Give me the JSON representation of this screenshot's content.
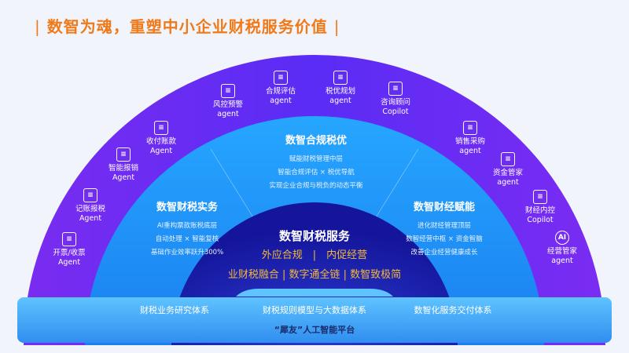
{
  "title": "数智为魂，重塑中小企业财税服务价值",
  "agents": [
    {
      "name": "开票/收票",
      "sub": "Agent",
      "icon": "invoice-edit-icon"
    },
    {
      "name": "记账报税",
      "sub": "Agent",
      "icon": "ledger-edit-icon"
    },
    {
      "name": "智能报销",
      "sub": "Agent",
      "icon": "tax-receipt-icon"
    },
    {
      "name": "收付账款",
      "sub": "Agent",
      "icon": "document-icon"
    },
    {
      "name": "风控预警",
      "sub": "agent",
      "icon": "shield-search-icon"
    },
    {
      "name": "合规评估",
      "sub": "agent",
      "icon": "checklist-icon"
    },
    {
      "name": "税优规划",
      "sub": "agent",
      "icon": "edit-icon"
    },
    {
      "name": "咨询顾问",
      "sub": "Copilot",
      "icon": "news-icon"
    },
    {
      "name": "销售采购",
      "sub": "agent",
      "icon": "chart-edit-icon"
    },
    {
      "name": "资金管家",
      "sub": "agent",
      "icon": "notes-edit-icon"
    },
    {
      "name": "财经内控",
      "sub": "Copilot",
      "icon": "monitor-chart-icon"
    },
    {
      "name": "经营管家",
      "sub": "agent",
      "icon": "ai-gear-icon",
      "glyph": "AI"
    }
  ],
  "sections": {
    "left": {
      "title": "数智财税实务",
      "lines": [
        "AI重构票款账税底层",
        "自动处理 × 智能复核",
        "基础作业效率跃升300%"
      ]
    },
    "top": {
      "title": "数智合规税优",
      "lines": [
        "赋能财税管理中层",
        "智能合规评估 × 税优导航",
        "实现企业合规与税负的动态平衡"
      ]
    },
    "right": {
      "title": "数智财经赋能",
      "lines": [
        "进化财经管理顶层",
        "数智经营中枢 × 资金智脑",
        "改善企业经营健康成长"
      ]
    }
  },
  "core": {
    "title": "数智财税服务",
    "line1": "外应合规　|　内促经营",
    "line2": "业财税融合 | 数字通全链 | 数智致极简"
  },
  "bottom": {
    "items": [
      "财税业务研究体系",
      "财税规则模型与大数据体系",
      "数智化服务交付体系"
    ],
    "platform": "“犀友”人工智能平台"
  }
}
